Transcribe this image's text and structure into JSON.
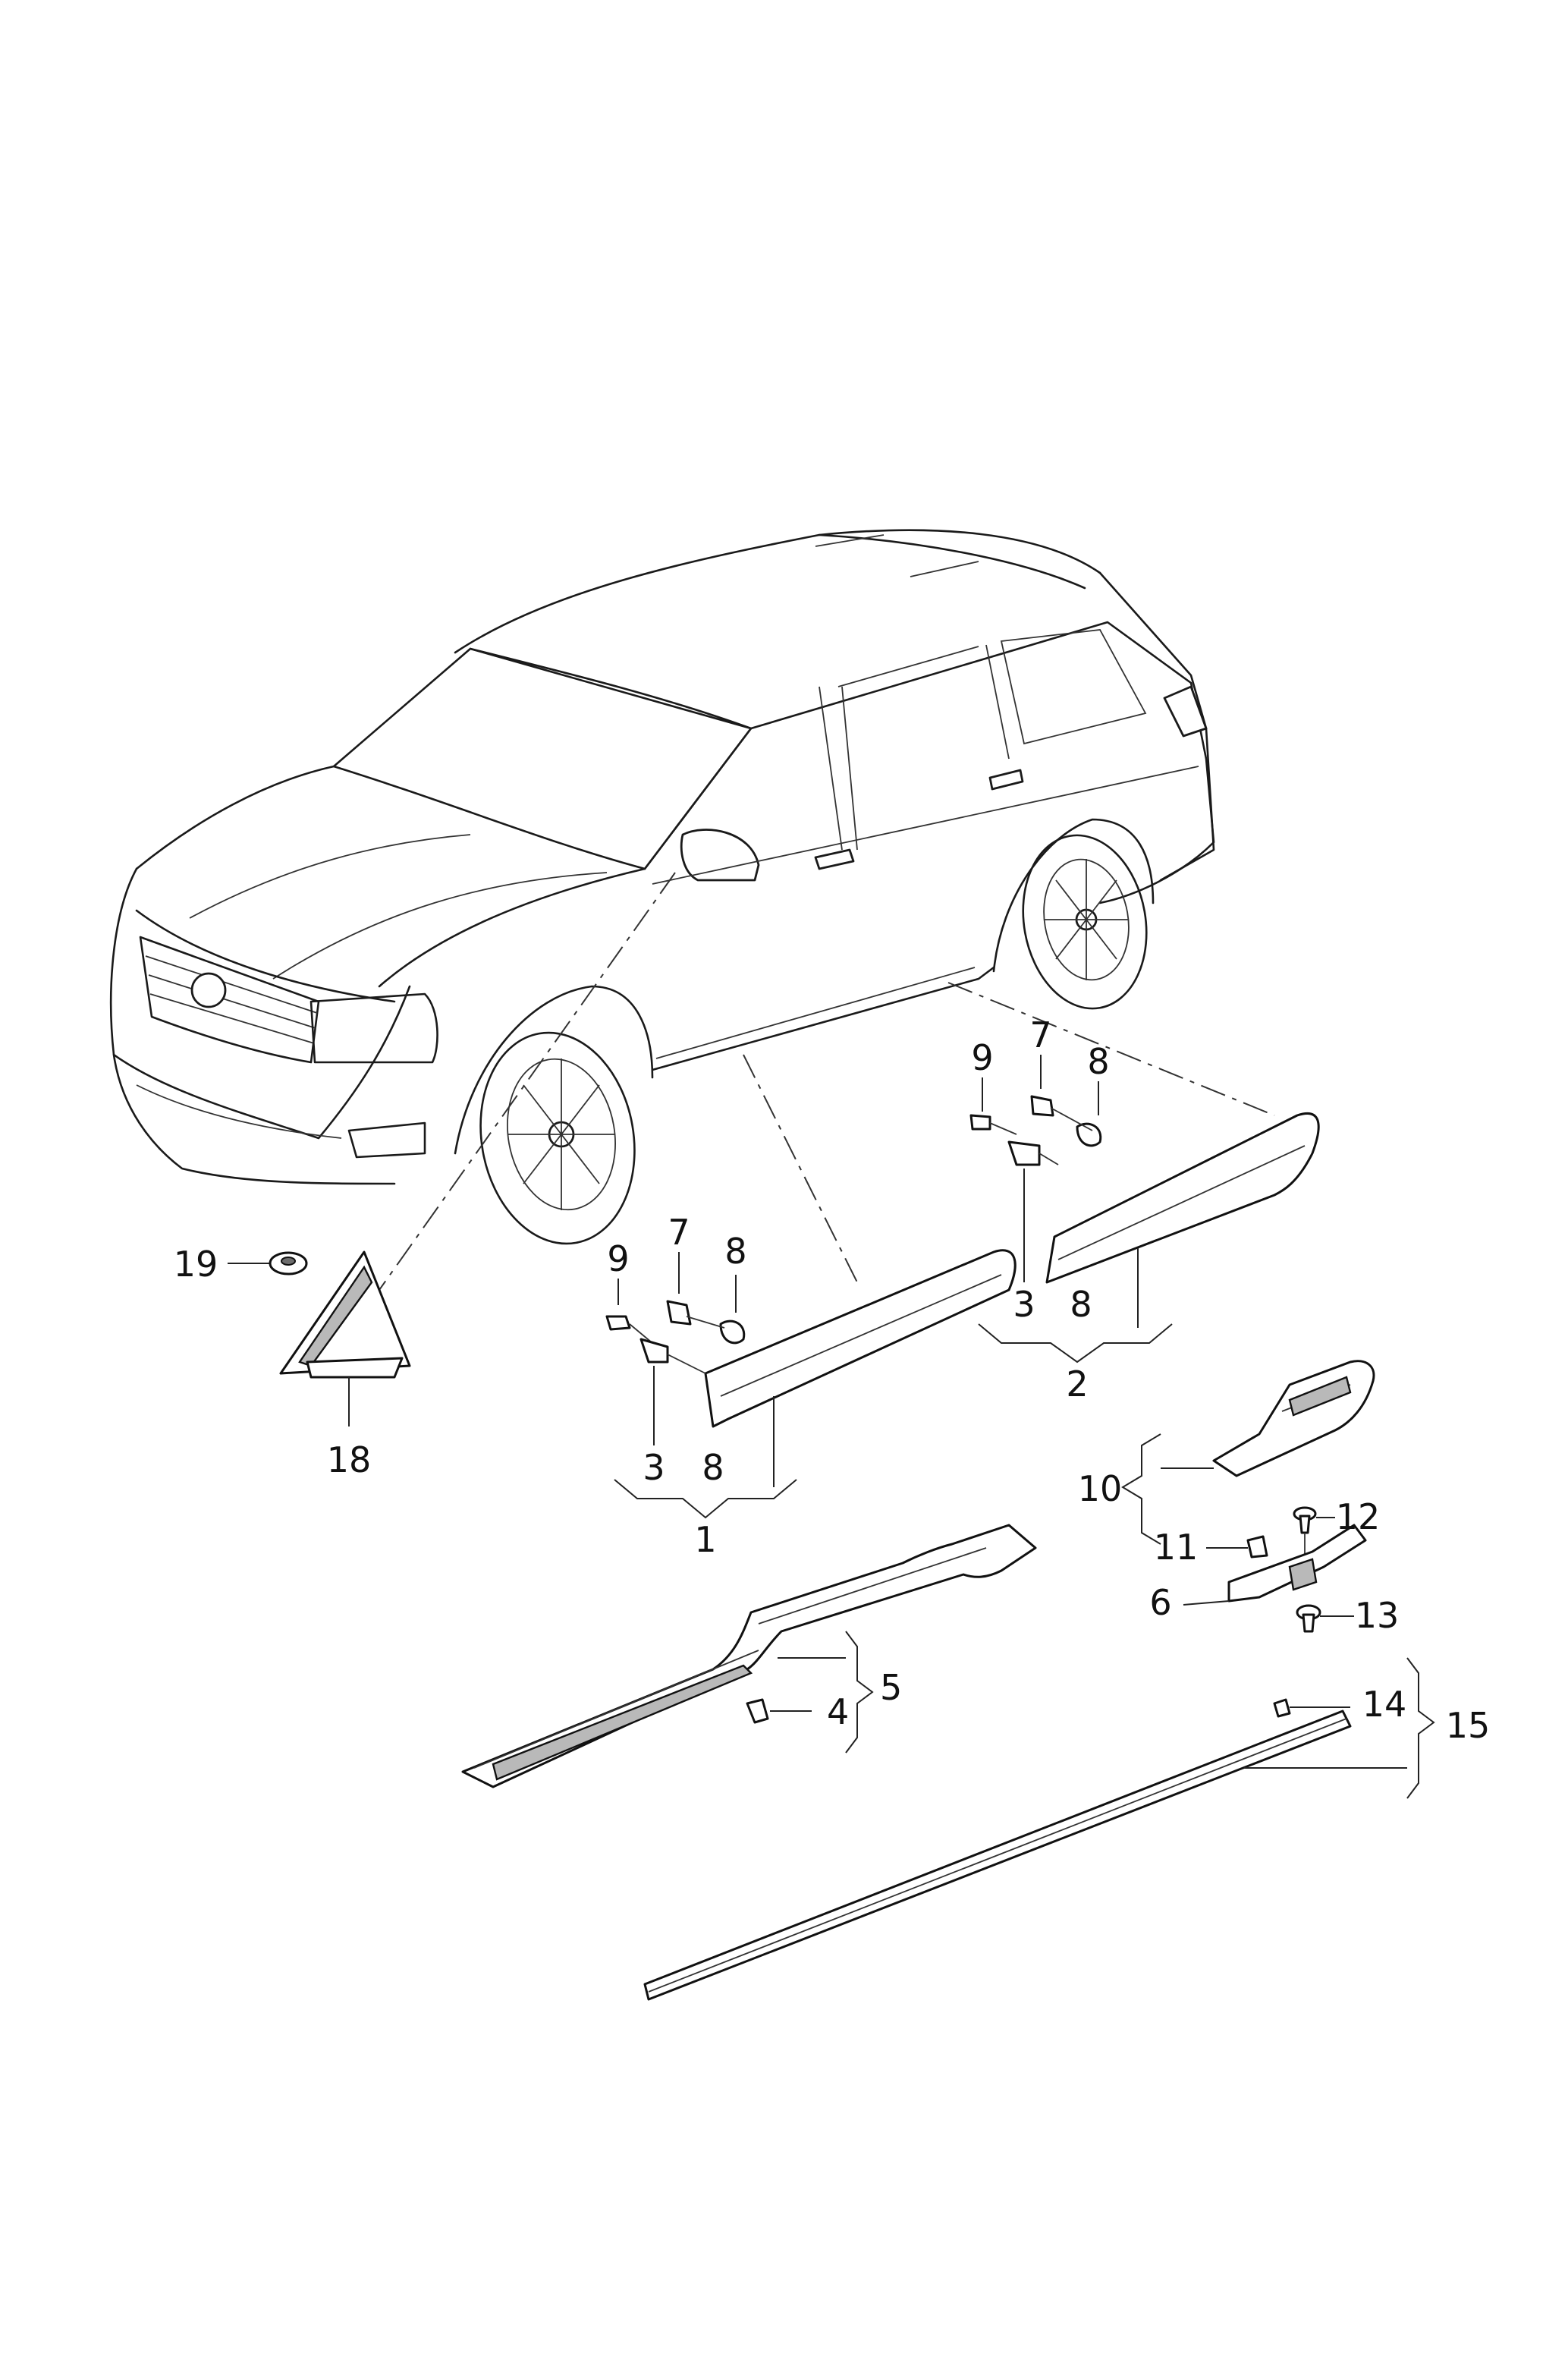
{
  "callouts": {
    "c1": "1",
    "c2": "2",
    "c3a": "3",
    "c3b": "3",
    "c4": "4",
    "c5": "5",
    "c6": "6",
    "c7a": "7",
    "c7b": "7",
    "c8a": "8",
    "c8b": "8",
    "c8c": "8",
    "c8d": "8",
    "c9a": "9",
    "c9b": "9",
    "c10": "10",
    "c11": "11",
    "c12": "12",
    "c13": "13",
    "c14": "14",
    "c15": "15",
    "c18": "18",
    "c19": "19"
  }
}
